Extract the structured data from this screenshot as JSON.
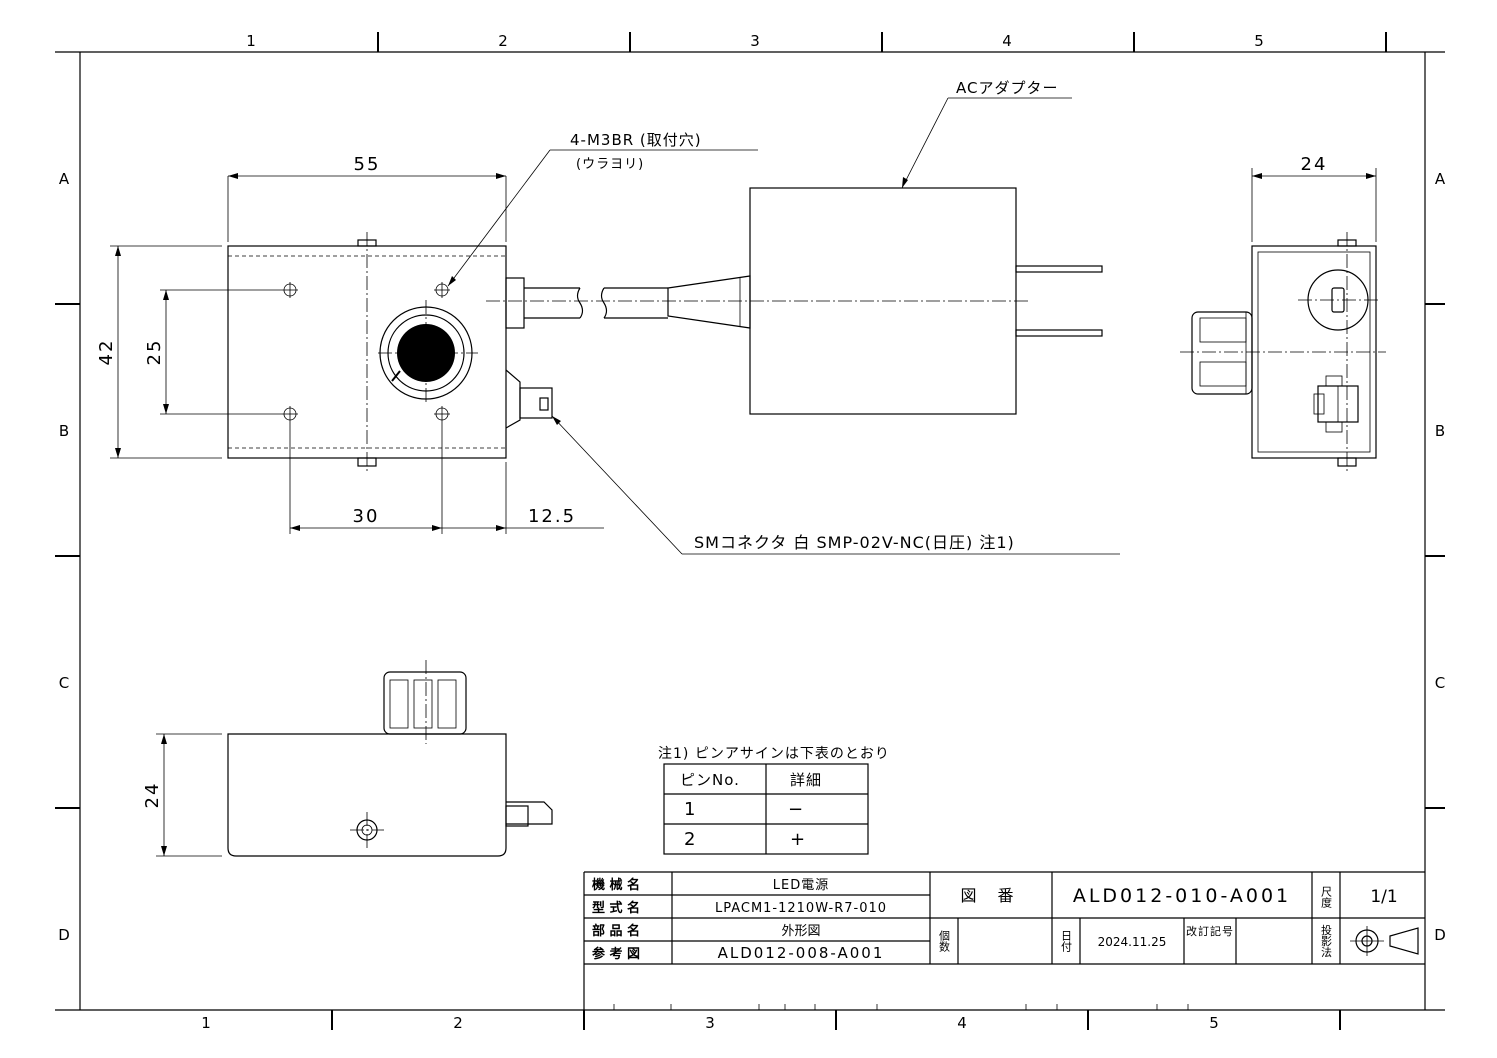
{
  "zones": {
    "columns_top": [
      "1",
      "2",
      "3",
      "4",
      "5"
    ],
    "columns_bottom": [
      "1",
      "2",
      "3",
      "4",
      "5"
    ],
    "rows": [
      "A",
      "B",
      "C",
      "D"
    ]
  },
  "dimensions": {
    "width_55": "55",
    "height_42": "42",
    "hole_pitch_v": "25",
    "hole_pitch_h": "30",
    "offset": "12.5",
    "side_width": "24",
    "side_height": "24"
  },
  "callouts": {
    "mount_holes_1": "4-M3BR (取付穴)",
    "mount_holes_2": "(ウラヨリ)",
    "ac_adapter": "ACアダプター",
    "connector": "SMコネクタ 白 SMP-02V-NC(日圧) 注1)"
  },
  "note": {
    "title": "注1) ピンアサインは下表のとおり",
    "headers": [
      "ピンNo.",
      "詳細"
    ],
    "rows": [
      [
        "1",
        "−"
      ],
      [
        "2",
        "+"
      ]
    ]
  },
  "title_block": {
    "machine_name_label": "機 械 名",
    "machine_name": "LED電源",
    "model_label": "型 式 名",
    "model": "LPACM1-1210W-R7-010",
    "part_name_label": "部 品 名",
    "part_name": "外形図",
    "reference_label": "参 考 図",
    "reference": "ALD012-008-A001",
    "drawing_no_label": "図 番",
    "drawing_no": "ALD012-010-A001",
    "quantity_label": "個数",
    "date_label": "日付",
    "date": "2024.11.25",
    "revision_label": "改訂記号",
    "scale_label": "尺度",
    "scale": "1/1",
    "projection_label": "投影法"
  }
}
